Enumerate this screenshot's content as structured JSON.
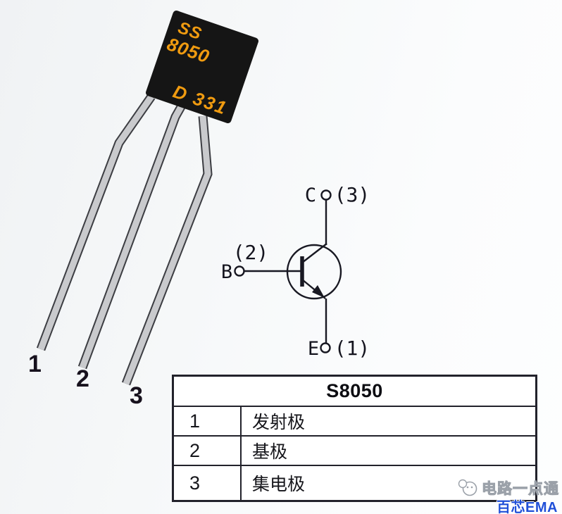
{
  "page": {
    "background": "#f6f8f9"
  },
  "photo": {
    "package": "TO-92 transistor photo",
    "body_color": "#151515",
    "marking_color": "#f09b10",
    "lead_fill": "#c9cacd",
    "lead_outline": "#3c3d42",
    "marking": {
      "line1": "SS",
      "line2": "8050",
      "line3": "D 331"
    },
    "pin_labels": [
      "1",
      "2",
      "3"
    ]
  },
  "schematic": {
    "symbol": "npn-transistor-symbol",
    "line_color": "#181822",
    "terminals": {
      "collector": {
        "letter": "C",
        "pin": "(3)"
      },
      "base": {
        "letter": "B",
        "pin": "(2)"
      },
      "emitter": {
        "letter": "E",
        "pin": "(1)"
      }
    }
  },
  "table": {
    "title": "S8050",
    "border_color": "#22222b",
    "rows": [
      {
        "pin": "1",
        "name": "发射极"
      },
      {
        "pin": "2",
        "name": "基极"
      },
      {
        "pin": "3",
        "name": "集电极"
      }
    ]
  },
  "watermark": {
    "brand": "电路一点通",
    "sub_brand": "百芯EMA",
    "sub_brand_color": "#2050d8"
  }
}
